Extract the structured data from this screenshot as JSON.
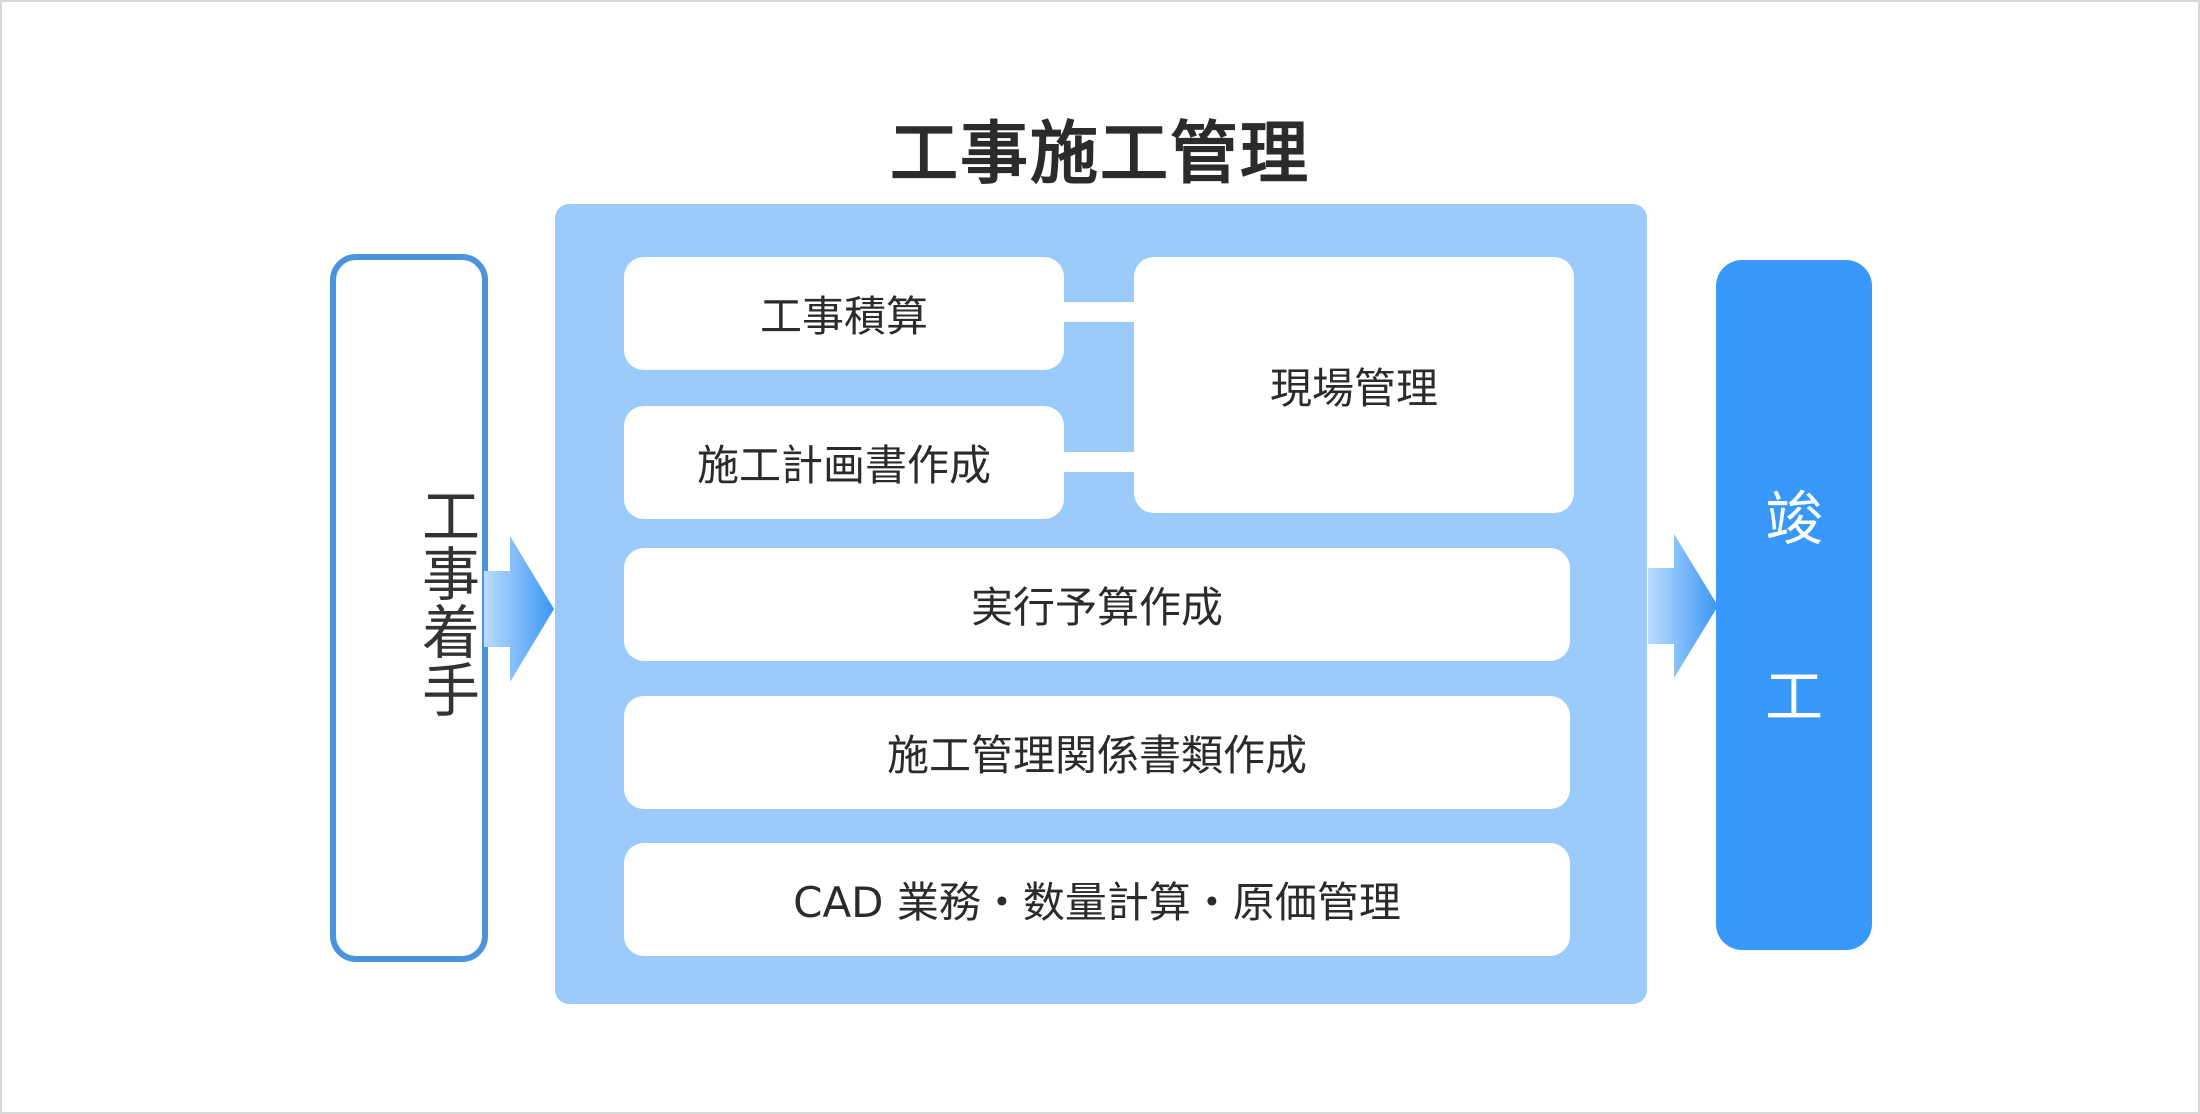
{
  "title": "工事施工管理",
  "start": {
    "label": "工事着手"
  },
  "end": {
    "char1": "竣",
    "char2": "工"
  },
  "panel": {
    "estimate": "工事積算",
    "construction_plan": "施工計画書作成",
    "site_management": "現場管理",
    "execution_budget": "実行予算作成",
    "management_docs": "施工管理関係書類作成",
    "cad_tasks": "CAD 業務・数量計算・原価管理"
  },
  "colors": {
    "panel_bg": "#9bcbfb",
    "start_border": "#4a94de",
    "end_bg": "#3898fb",
    "text": "#2b2b2b"
  }
}
